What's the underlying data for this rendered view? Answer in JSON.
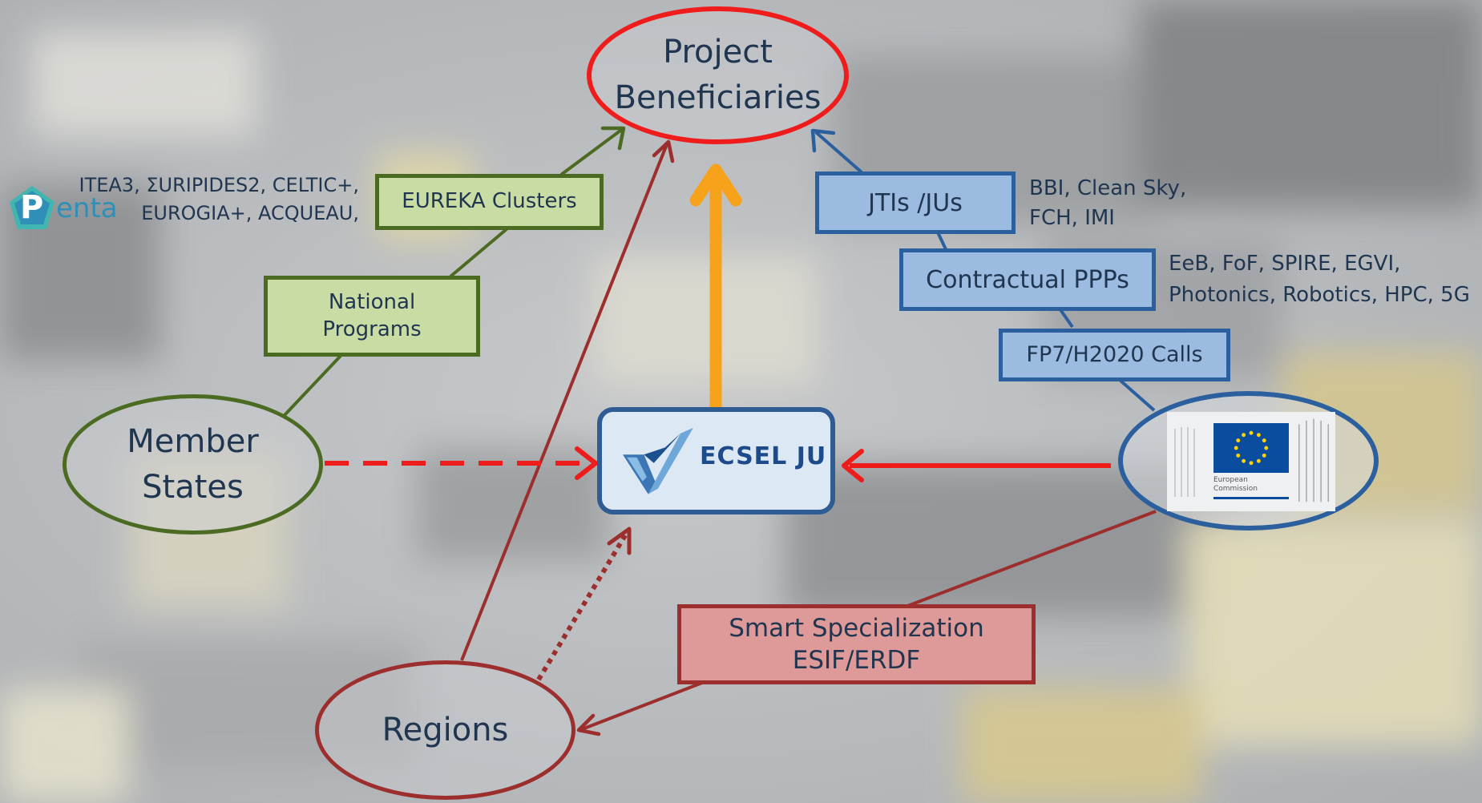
{
  "nodes": {
    "beneficiaries": {
      "line1": "Project",
      "line2": "Beneficiaries"
    },
    "member_states": {
      "line1": "Member",
      "line2": "States"
    },
    "regions": {
      "label": "Regions"
    },
    "ecsel": {
      "label": "ECSEL JU"
    },
    "eu_commission": {
      "caption_line1": "European",
      "caption_line2": "Commission"
    }
  },
  "boxes": {
    "eureka_clusters": "EUREKA Clusters",
    "national_programs": {
      "line1": "National",
      "line2": "Programs"
    },
    "jtis_jus": "JTIs /JUs",
    "contractual_ppps": "Contractual PPPs",
    "fp7_h2020": "FP7/H2020 Calls",
    "smart_specialization": {
      "line1": "Smart Specialization",
      "line2": "ESIF/ERDF"
    }
  },
  "annotations": {
    "eureka": {
      "line1": "ITEA3, ΣURIPIDES2, CELTIC+,",
      "line2": "EUROGIA+, ACQUEAU,"
    },
    "jti": {
      "line1": "BBI, Clean Sky,",
      "line2": "FCH, IMI"
    },
    "ppp": {
      "line1": "EeB, FoF, SPIRE, EGVI,",
      "line2": "Photonics, Robotics, HPC, 5G"
    }
  },
  "logos": {
    "penta": {
      "prefix": "P",
      "suffix": "enta"
    }
  },
  "colors": {
    "green": "#4c6b22",
    "blue": "#2b5f9d",
    "red": "#9c2f2d",
    "bright_red": "#ef1c1c",
    "orange": "#f7a21b",
    "eu_blue": "#0a4c9e",
    "eu_star": "#ffd200"
  }
}
